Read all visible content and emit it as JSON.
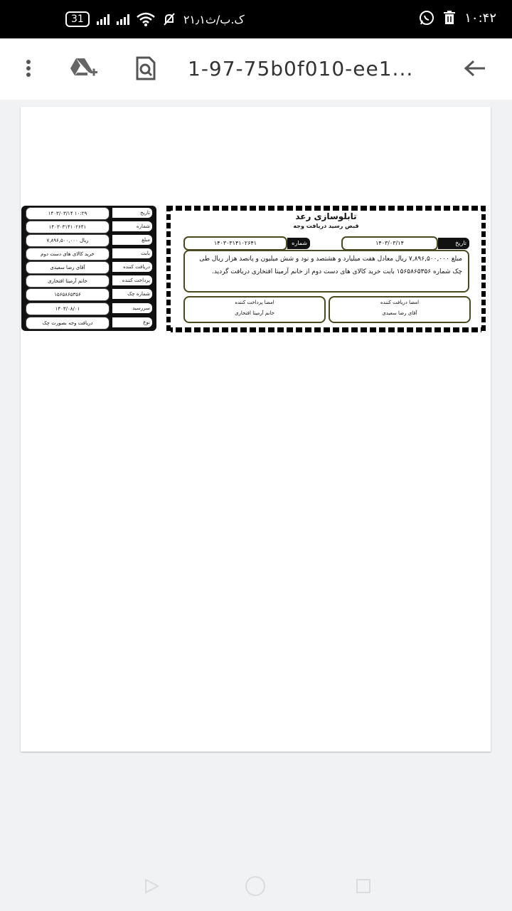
{
  "status_bar": {
    "battery": "31",
    "network": "۲۱٫۱ک.ب/ث",
    "time": "۱۰:۴۲"
  },
  "toolbar": {
    "title": "1-97-75b0f010-ee1...",
    "icons": [
      "more-vert-icon",
      "add-to-drive-icon",
      "find-in-page-icon",
      "back-arrow-icon"
    ]
  },
  "stub": {
    "rows": [
      {
        "label": "تاریخ",
        "value": "۱۴۰۳/۰۳/۱۴ ۱۰:۲۹"
      },
      {
        "label": "شماره",
        "value": "۱۴۰۳۰۳۱۴۱۰۲۶۴۱"
      },
      {
        "label": "مبلغ",
        "value": "۷,۸۹۶,۵۰۰,۰۰۰ ریال"
      },
      {
        "label": "بابت",
        "value": "خرید کالای های دست دوم"
      },
      {
        "label": "دریافت کننده",
        "value": "آقای رضا سعیدی"
      },
      {
        "label": "پرداخت کننده",
        "value": "خانم آرمیتا افتخاری"
      },
      {
        "label": "شماره چک",
        "value": "۱۵۶۵۸۶۵۳۵۶"
      },
      {
        "label": "سررسید",
        "value": "۱۴۰۳/۰۸/۰۱"
      },
      {
        "label": "نوع",
        "value": "دریافت وجه بصورت چک"
      }
    ]
  },
  "receipt": {
    "company": "تابلوسازی رعد",
    "subtitle": "قبض رسید دریافت وجه",
    "date_label": "تاریخ",
    "date_value": "۱۴۰۳/۰۳/۱۴",
    "number_label": "شماره",
    "number_value": "۱۴۰۳۰۳۱۴۱۰۲۶۴۱",
    "body_text": "مبلغ ۷,۸۹۶,۵۰۰,۰۰۰ ریال معادل هفت میلیارد و هشتصد و نود و شش میلیون و پانصد هزار ریال طی چک شماره ۱۵۶۵۸۶۵۳۵۶ بابت خرید کالای های دست دوم از خانم آرمیتا افتخاری دریافت گردید.",
    "payer_sign_label": "امضا پرداخت کننده",
    "payer_name": "خانم آرمیتا افتخاری",
    "receiver_sign_label": "امضا دریافت کننده",
    "receiver_name": "آقای رضا سعیدی"
  }
}
